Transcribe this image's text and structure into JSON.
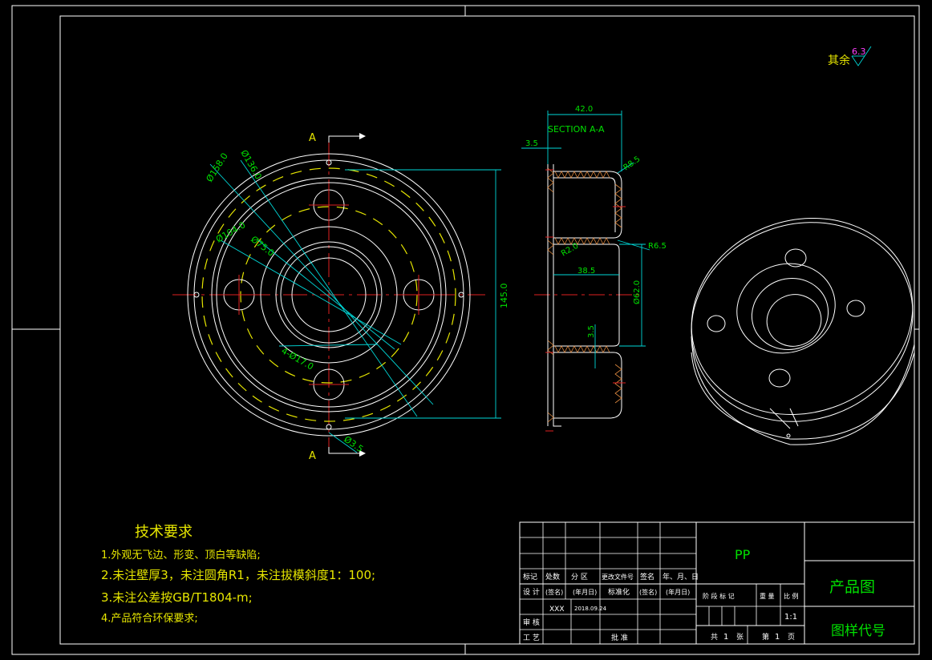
{
  "roughness": {
    "label": "其余",
    "value": "6.3"
  },
  "front_view": {
    "section_mark": "A",
    "dims": {
      "d158": "Ø158.0",
      "d136": "Ø136.0",
      "d104": "Ø104.0",
      "d75": "Ø75.0",
      "holes": "4-Ø17.0",
      "d35": "Ø3.5",
      "h145": "145.0"
    }
  },
  "section_view": {
    "title": "SECTION A-A",
    "dims": {
      "w42": "42.0",
      "t35a": "3.5",
      "r85": "R8.5",
      "r65": "R6.5",
      "r20": "R2.0",
      "w385": "38.5",
      "d62": "Ø62.0",
      "t35b": "3.5"
    }
  },
  "tech_requirements": {
    "heading": "技术要求",
    "items": [
      "1.外观无飞边、形变、顶白等缺陷;",
      "2.未注壁厚3，未注圆角R1，未注拔模斜度1：100;",
      "3.未注公差按GB/T1804-m;",
      "4.产品符合环保要求;"
    ]
  },
  "title_block": {
    "material": "PP",
    "drawing_name": "产品图",
    "drawing_code": "图样代号",
    "row_headers": [
      "标记",
      "处数",
      "分 区",
      "更改文件号",
      "签名",
      "年、月、日"
    ],
    "design_row": [
      "设 计",
      "(签名)",
      "(年月日)",
      "标准化",
      "(签名)",
      "(年月日)"
    ],
    "designer": "XXX",
    "date": "2018.09.24",
    "review": "审 核",
    "process": "工 艺",
    "approve": "批 准",
    "stage_headers": [
      "阶 段 标 记",
      "重 量",
      "比 例"
    ],
    "scale": "1:1",
    "sheets": [
      "共",
      "1",
      "张",
      "第",
      "1",
      "页"
    ]
  }
}
